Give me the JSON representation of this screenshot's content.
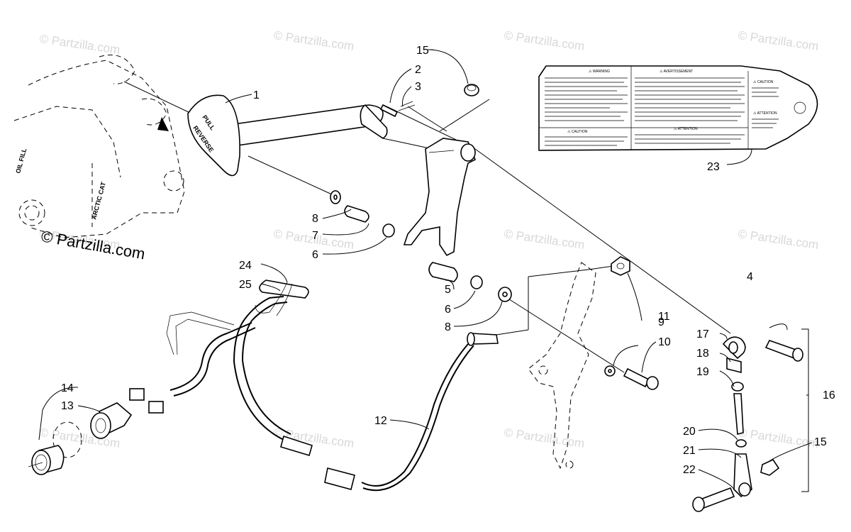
{
  "watermarks": [
    "© Partzilla.com",
    "© Partzilla.com",
    "© Partzilla.com",
    "© Partzilla.com",
    "© Partzilla.com",
    "© Partzilla.com",
    "© Partzilla.com",
    "© Partzilla.com",
    "© Partzilla.com",
    "© Partzilla.com",
    "© Partzilla.com",
    "© Partzilla.com"
  ],
  "copyright": "© Partzilla.com",
  "frame_labels": {
    "oil_fill": "OIL FILL",
    "brand": "ARCTIC CAT"
  },
  "knob_labels": {
    "line1": "PULL",
    "line2": "REVERSE"
  },
  "decal": {
    "warning_head": "⚠ WARNING",
    "avertissement_head": "⚠ AVERTISSEMENT",
    "caution_head": "⚠ CAUTION",
    "attention_head": "⚠ ATTENTION",
    "small_caution": "⚠ CAUTION",
    "small_attention": "⚠ ATTENTION"
  },
  "callouts": [
    {
      "id": "1",
      "text": "1"
    },
    {
      "id": "2",
      "text": "2"
    },
    {
      "id": "3",
      "text": "3"
    },
    {
      "id": "4",
      "text": "4"
    },
    {
      "id": "5",
      "text": "5"
    },
    {
      "id": "6a",
      "text": "6"
    },
    {
      "id": "6b",
      "text": "6"
    },
    {
      "id": "7",
      "text": "7"
    },
    {
      "id": "8a",
      "text": "8"
    },
    {
      "id": "8b",
      "text": "8"
    },
    {
      "id": "9",
      "text": "9"
    },
    {
      "id": "10",
      "text": "10"
    },
    {
      "id": "11",
      "text": "11"
    },
    {
      "id": "12",
      "text": "12"
    },
    {
      "id": "13",
      "text": "13"
    },
    {
      "id": "14",
      "text": "14"
    },
    {
      "id": "15a",
      "text": "15"
    },
    {
      "id": "15b",
      "text": "15"
    },
    {
      "id": "16",
      "text": "16"
    },
    {
      "id": "17",
      "text": "17"
    },
    {
      "id": "18",
      "text": "18"
    },
    {
      "id": "19",
      "text": "19"
    },
    {
      "id": "20",
      "text": "20"
    },
    {
      "id": "21",
      "text": "21"
    },
    {
      "id": "22",
      "text": "22"
    },
    {
      "id": "23",
      "text": "23"
    },
    {
      "id": "24",
      "text": "24"
    },
    {
      "id": "25",
      "text": "25"
    }
  ]
}
